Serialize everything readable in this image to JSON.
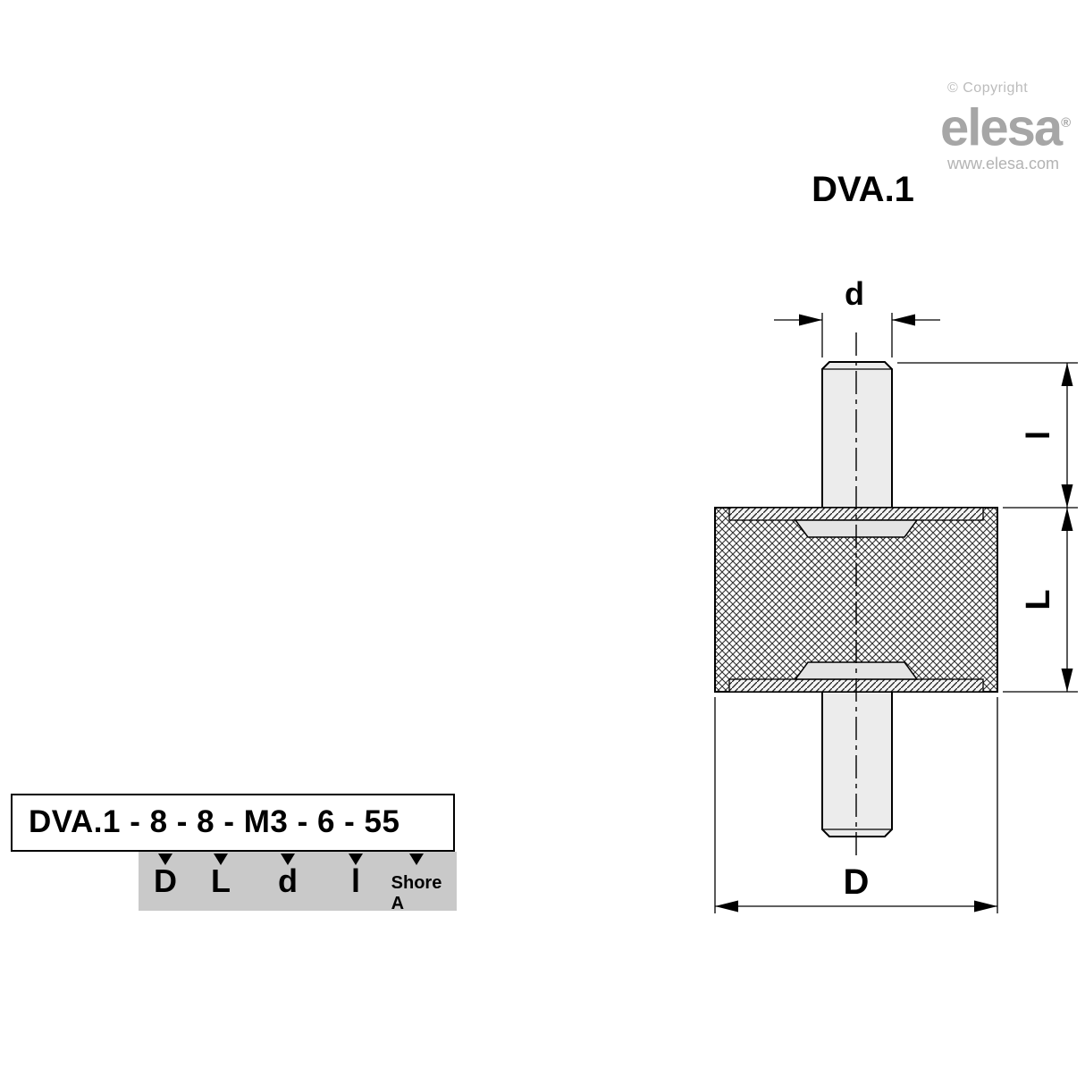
{
  "branding": {
    "copyright": "© Copyright",
    "logo_text": "elesa",
    "registered_mark": "®",
    "website": "www.elesa.com"
  },
  "product": {
    "title": "DVA.1"
  },
  "drawing": {
    "dim_labels": {
      "d": "d",
      "l": "l",
      "L": "L",
      "D": "D"
    }
  },
  "order_code": {
    "code": "DVA.1 - 8 - 8 - M3 - 6 - 55",
    "labels": [
      "D",
      "L",
      "d",
      "l",
      "Shore A"
    ]
  }
}
